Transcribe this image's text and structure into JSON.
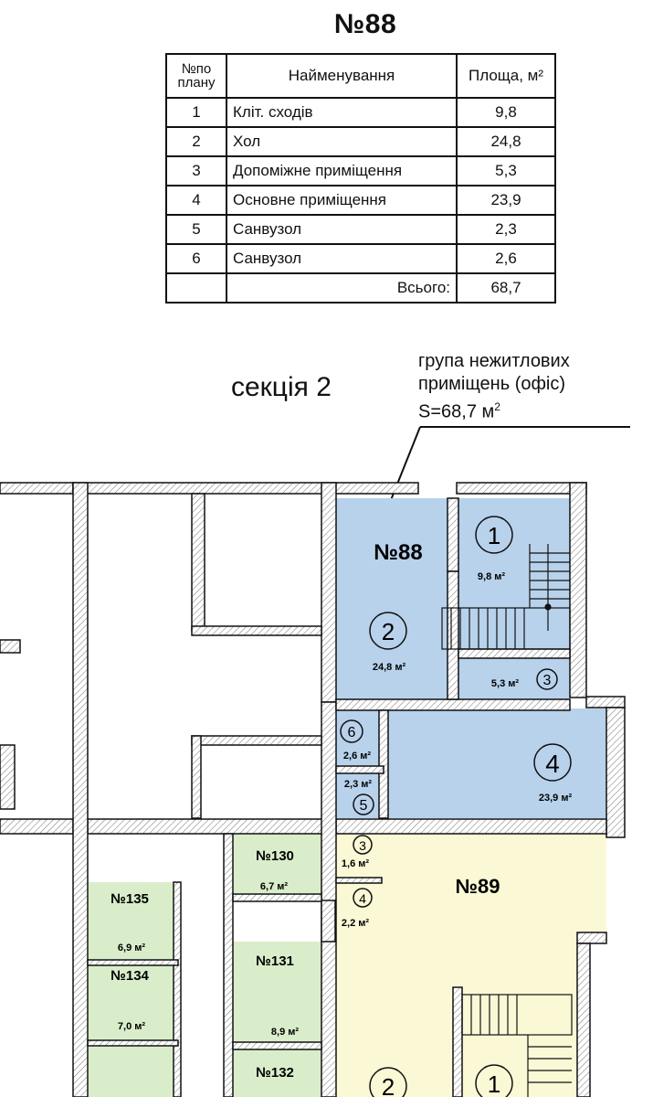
{
  "title": "№88",
  "table": {
    "headers": {
      "num": "№по плану",
      "name": "Найменування",
      "area": "Площа, м²"
    },
    "rows": [
      {
        "num": "1",
        "name": "Кліт. сходів",
        "area": "9,8"
      },
      {
        "num": "2",
        "name": "Хол",
        "area": "24,8"
      },
      {
        "num": "3",
        "name": "Допоміжне приміщення",
        "area": "5,3"
      },
      {
        "num": "4",
        "name": "Основне приміщення",
        "area": "23,9"
      },
      {
        "num": "5",
        "name": "Санвузол",
        "area": "2,3"
      },
      {
        "num": "6",
        "name": "Санвузол",
        "area": "2,6"
      }
    ],
    "total_label": "Всього:",
    "total_value": "68,7"
  },
  "section_label": "секція 2",
  "group_note": {
    "line1": "група нежитлових",
    "line2": "приміщень (офіс)",
    "line3": "S=68,7 м"
  },
  "plan": {
    "unit88": "№88",
    "unit89": "№89",
    "rooms88": [
      {
        "id": "1",
        "area": "9,8 м²"
      },
      {
        "id": "2",
        "area": "24,8 м²"
      },
      {
        "id": "3",
        "area": "5,3 м²"
      },
      {
        "id": "4",
        "area": "23,9 м²"
      },
      {
        "id": "5",
        "area": "2,3 м²"
      },
      {
        "id": "6",
        "area": "2,6 м²"
      }
    ],
    "rooms89": [
      {
        "id": "3",
        "area": "1,6 м²"
      },
      {
        "id": "4",
        "area": "2,2 м²"
      },
      {
        "id": "2"
      },
      {
        "id": "1"
      }
    ],
    "units_small": [
      {
        "name": "№130",
        "area": "6,7 м²"
      },
      {
        "name": "№131",
        "area": "8,9 м²"
      },
      {
        "name": "№132"
      },
      {
        "name": "№135",
        "area": "6,9 м²"
      },
      {
        "name": "№134",
        "area": "7,0 м²"
      }
    ],
    "colors": {
      "blue": "#b8d2ec",
      "green": "#d9edca",
      "yellow": "#fbf8d6",
      "wall": "#111111",
      "hatch": "#777777"
    }
  }
}
